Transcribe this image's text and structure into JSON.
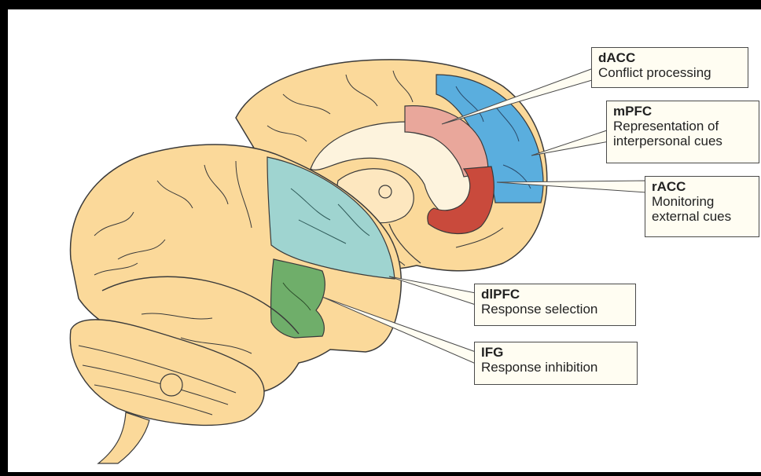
{
  "labels": {
    "dacc": {
      "title": "dACC",
      "desc": "Conflict processing"
    },
    "mpfc": {
      "title": "mPFC",
      "desc": "Representation of\ninterpersonal cues"
    },
    "racc": {
      "title": "rACC",
      "desc": "Monitoring\nexternal cues"
    },
    "dlpfc": {
      "title": "dlPFC",
      "desc": "Response selection"
    },
    "ifg": {
      "title": "IFG",
      "desc": "Response inhibition"
    }
  },
  "colors": {
    "background": "#000000",
    "canvas": "#ffffff",
    "brain_fill": "#fbd99a",
    "medial_fill": "#fde7bf",
    "white_matter": "#fdf3dd",
    "dacc_region": "#e9a79b",
    "mpfc_region": "#5aaede",
    "racc_region": "#c94a3c",
    "dlpfc_region": "#9fd4d0",
    "ifg_region": "#6fae6a",
    "label_fill": "#fffdf2",
    "outline": "#3a3a3a"
  }
}
